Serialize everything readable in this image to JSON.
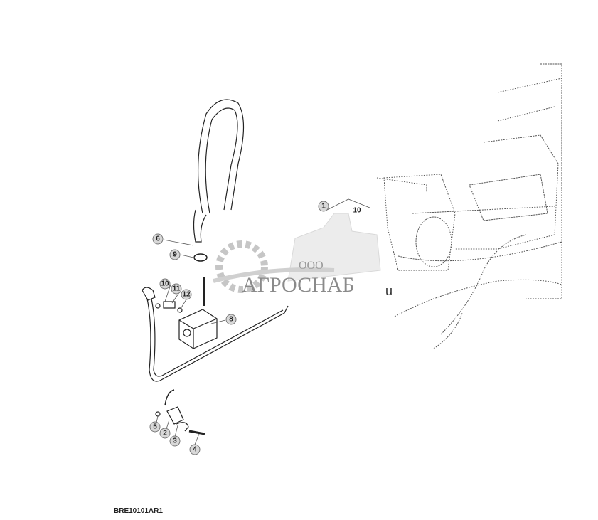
{
  "diagram": {
    "reference_code": "BRE10101AR1",
    "callouts": [
      {
        "label": "1"
      },
      {
        "label": "10"
      },
      {
        "label": "6"
      },
      {
        "label": "9"
      },
      {
        "label": "10"
      },
      {
        "label": "11"
      },
      {
        "label": "12"
      },
      {
        "label": "8"
      },
      {
        "label": "5"
      },
      {
        "label": "2"
      },
      {
        "label": "3"
      },
      {
        "label": "4"
      }
    ]
  },
  "watermark": {
    "prefix": "ООО",
    "name": "АГРОСНАБ",
    "suffix": "u"
  },
  "colors": {
    "line": "#222222",
    "callout_fill": "#d8d8d8",
    "watermark": "#8a8a8a"
  }
}
